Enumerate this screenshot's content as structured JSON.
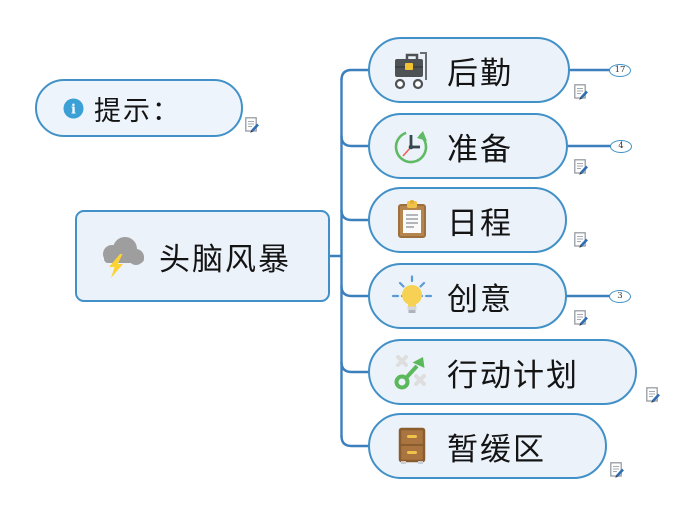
{
  "app": {
    "type": "mind-map",
    "background": "#ffffff"
  },
  "colors": {
    "connector_line": "#3c7fbd",
    "node_border": "#4191c8",
    "node_fill": "#ecf2fa",
    "text": "#141414",
    "info_icon": "#3aa0d6",
    "lightning": "#fdd233",
    "cloud": "#9e9e9e",
    "green_accent": "#5cb85c",
    "yellow_accent": "#f0c24b",
    "brown_accent": "#a9743f"
  },
  "tip": {
    "label": "提示：",
    "icon": "info-icon",
    "has_note": true
  },
  "central": {
    "label": "头脑风暴",
    "icon": "storm-cloud-icon",
    "has_note": false
  },
  "branches": [
    {
      "label": "后勤",
      "icon": "luggage-cart-icon",
      "badge": "17",
      "has_note": true
    },
    {
      "label": "准备",
      "icon": "clock-icon",
      "badge": "4",
      "has_note": true
    },
    {
      "label": "日程",
      "icon": "clipboard-icon",
      "badge": "",
      "has_note": true
    },
    {
      "label": "创意",
      "icon": "lightbulb-icon",
      "badge": "3",
      "has_note": true
    },
    {
      "label": "行动计划",
      "icon": "strategy-icon",
      "badge": "",
      "has_note": true
    },
    {
      "label": "暂缓区",
      "icon": "drawer-icon",
      "badge": "",
      "has_note": true
    }
  ]
}
